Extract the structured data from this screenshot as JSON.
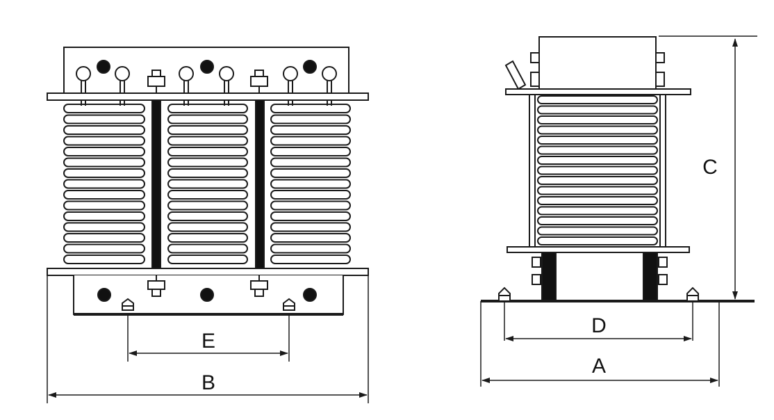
{
  "diagram": {
    "front_view": {
      "dimension_labels": {
        "width_overall": "B",
        "mount_spacing": "E"
      },
      "columns": 3
    },
    "side_view": {
      "dimension_labels": {
        "height": "C",
        "mount_spacing": "D",
        "base_width": "A"
      }
    },
    "colors": {
      "line": "#1a1a1a",
      "background": "#ffffff",
      "fill_dark": "#111111"
    }
  }
}
